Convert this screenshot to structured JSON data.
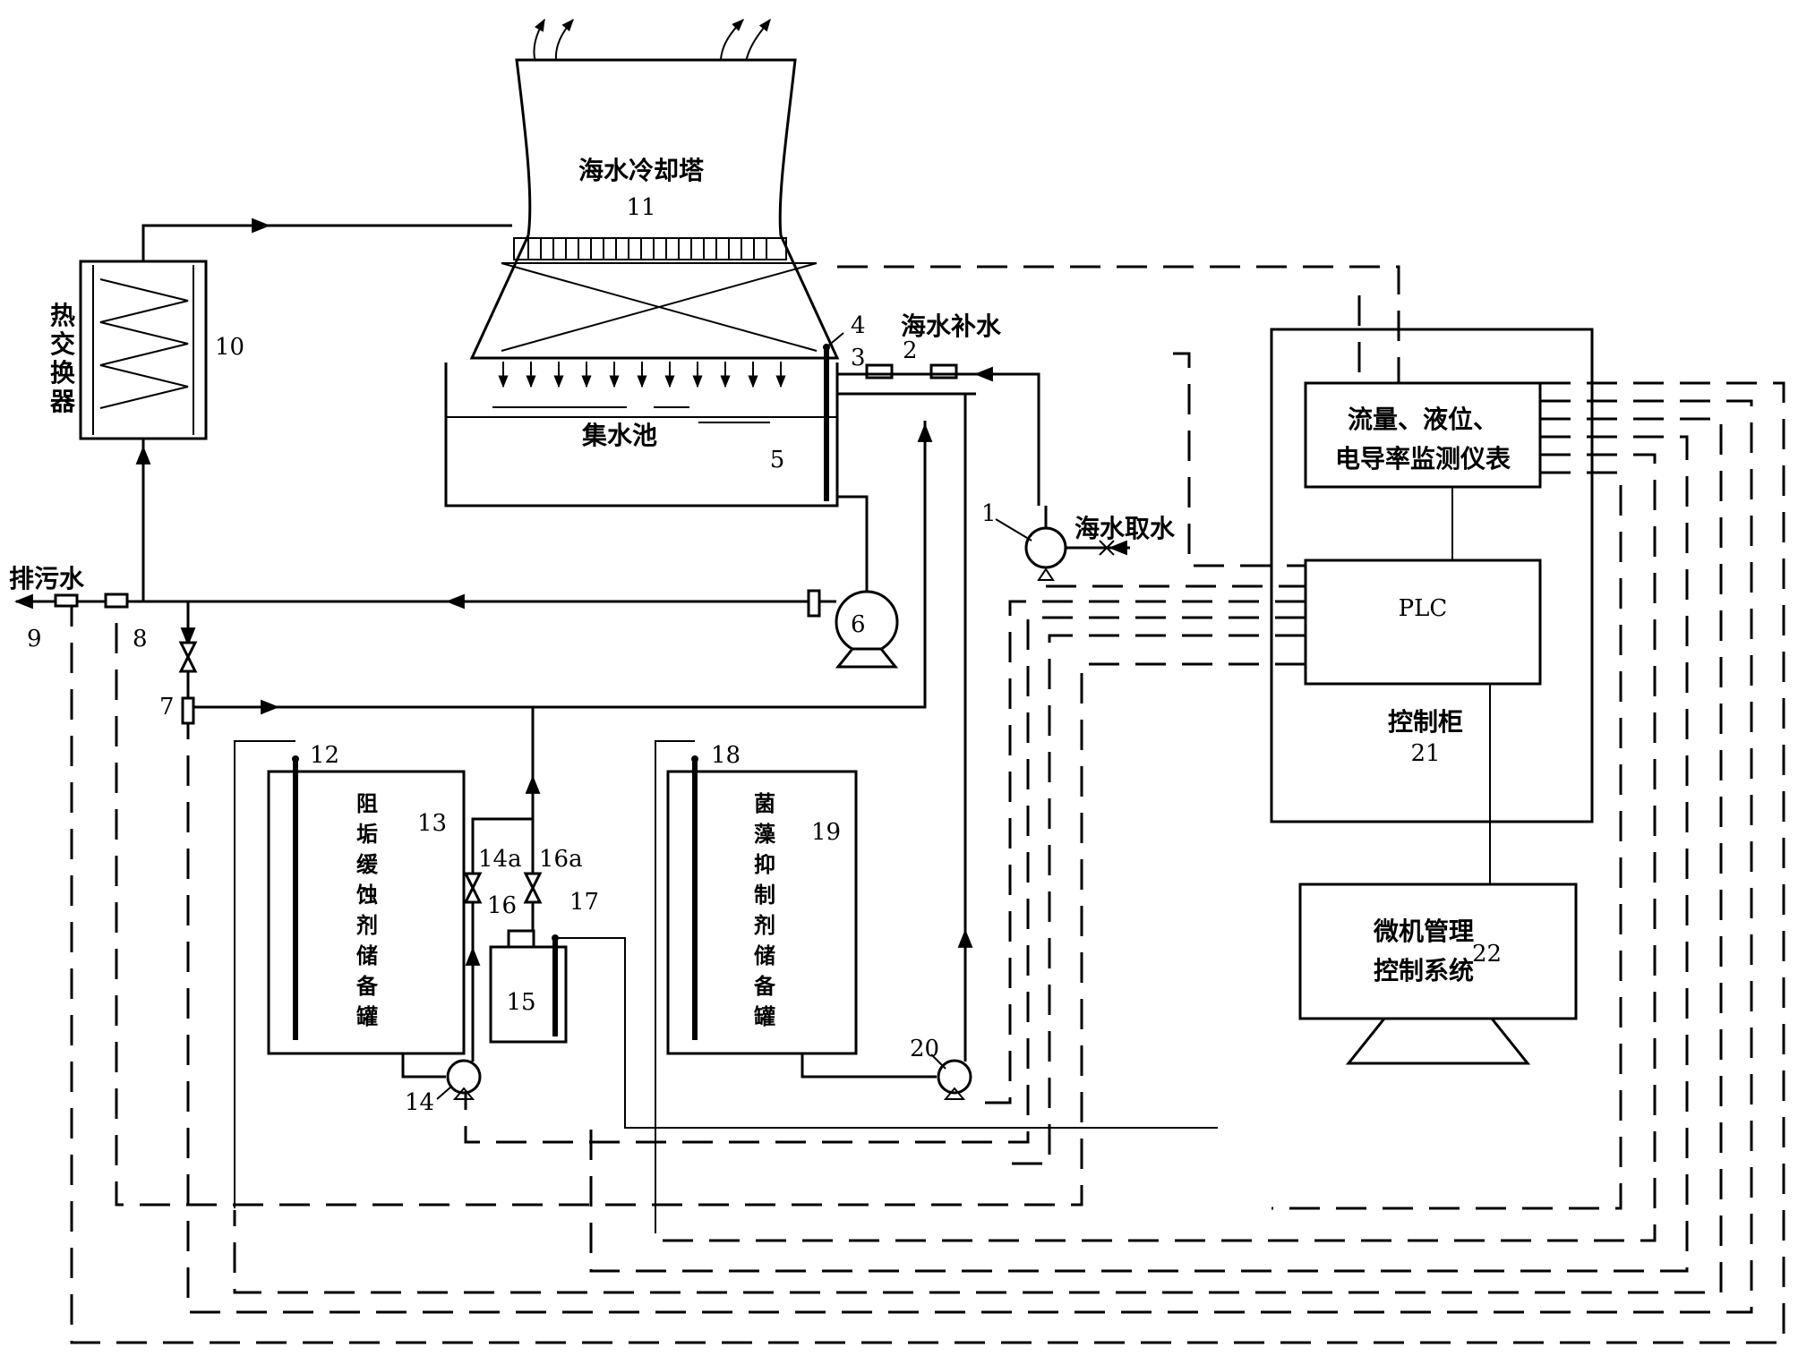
{
  "labels": {
    "tower": "海水冷却塔",
    "tower_num": "11",
    "basin": "集水池",
    "basin_num": "5",
    "heat_exchanger": "热交换器",
    "heat_exchanger_num": "10",
    "makeup": "海水补水",
    "intake": "海水取水",
    "discharge": "排污水",
    "monitor_line1": "流量、液位、",
    "monitor_line2": "电导率监测仪表",
    "plc": "PLC",
    "cabinet": "控制柜",
    "cabinet_num": "21",
    "computer_line1": "微机管理",
    "computer_line2": "控制系统",
    "computer_num": "22",
    "tank_a": "阻垢缓蚀剂储备罐",
    "tank_a_num": "13",
    "tank_b": "菌藻抑制剂储备罐",
    "tank_b_num": "19",
    "mix_tank_num": "15"
  },
  "numbers": {
    "n1": "1",
    "n2": "2",
    "n3": "3",
    "n4": "4",
    "n6": "6",
    "n7": "7",
    "n8": "8",
    "n9": "9",
    "n12": "12",
    "n14": "14",
    "n14a": "14a",
    "n16": "16",
    "n16a": "16a",
    "n17": "17",
    "n18": "18",
    "n20": "20"
  }
}
